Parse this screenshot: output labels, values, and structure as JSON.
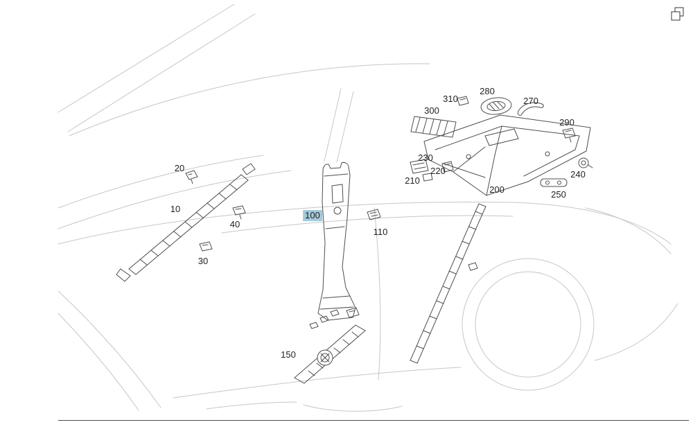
{
  "header": {
    "corner_icon": "copy"
  },
  "diagram": {
    "highlight_color": "#a5c8da",
    "labels": [
      {
        "text": "10",
        "highlighted": false
      },
      {
        "text": "20",
        "highlighted": false
      },
      {
        "text": "30",
        "highlighted": false
      },
      {
        "text": "40",
        "highlighted": false
      },
      {
        "text": "100",
        "highlighted": true
      },
      {
        "text": "110",
        "highlighted": false
      },
      {
        "text": "150",
        "highlighted": false
      },
      {
        "text": "200",
        "highlighted": false
      },
      {
        "text": "210",
        "highlighted": false
      },
      {
        "text": "220",
        "highlighted": false
      },
      {
        "text": "230",
        "highlighted": false
      },
      {
        "text": "240",
        "highlighted": false
      },
      {
        "text": "250",
        "highlighted": false
      },
      {
        "text": "270",
        "highlighted": false
      },
      {
        "text": "280",
        "highlighted": false
      },
      {
        "text": "290",
        "highlighted": false
      },
      {
        "text": "300",
        "highlighted": false
      },
      {
        "text": "310",
        "highlighted": false
      }
    ]
  }
}
